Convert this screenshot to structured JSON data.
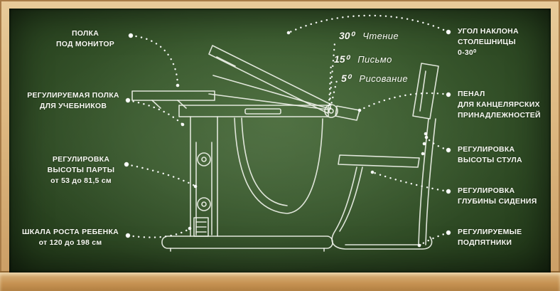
{
  "colors": {
    "board_center": "#4a6c3c",
    "board_edge": "#1d3215",
    "frame_wood": "#dcb67f",
    "text": "#f7f8f2",
    "chalk_line": "#ffffff"
  },
  "left_labels": [
    {
      "id": "monitor-shelf",
      "lines": [
        "ПОЛКА",
        "ПОД МОНИТОР"
      ]
    },
    {
      "id": "books-shelf",
      "lines": [
        "РЕГУЛИРУЕМАЯ ПОЛКА",
        "ДЛЯ УЧЕБНИКОВ"
      ]
    },
    {
      "id": "desk-height",
      "lines": [
        "РЕГУЛИРОВКА",
        "ВЫСОТЫ ПАРТЫ",
        "от 53 до 81,5 см"
      ]
    },
    {
      "id": "growth-scale",
      "lines": [
        "ШКАЛА РОСТА РЕБЕНКА",
        "от 120 до 198 см"
      ]
    }
  ],
  "right_labels": [
    {
      "id": "tilt-angle",
      "lines": [
        "УГОЛ НАКЛОНА",
        "СТОЛЕШНИЦЫ",
        "0-30⁰"
      ]
    },
    {
      "id": "pencil-case",
      "lines": [
        "ПЕНАЛ",
        "ДЛЯ КАНЦЕЛЯРСКИХ",
        "ПРИНАДЛЕЖНОСТЕЙ"
      ]
    },
    {
      "id": "chair-height",
      "lines": [
        "РЕГУЛИРОВКА",
        "ВЫСОТЫ СТУЛА"
      ]
    },
    {
      "id": "seat-depth",
      "lines": [
        "РЕГУЛИРОВКА",
        "ГЛУБИНЫ СИДЕНИЯ"
      ]
    },
    {
      "id": "footrests",
      "lines": [
        "РЕГУЛИРУЕМЫЕ",
        "ПОДПЯТНИКИ"
      ]
    }
  ],
  "tilt_positions": [
    {
      "angle": "30⁰",
      "activity": "Чтение"
    },
    {
      "angle": "15⁰",
      "activity": "Письмо"
    },
    {
      "angle": "5⁰",
      "activity": "Рисование"
    }
  ]
}
